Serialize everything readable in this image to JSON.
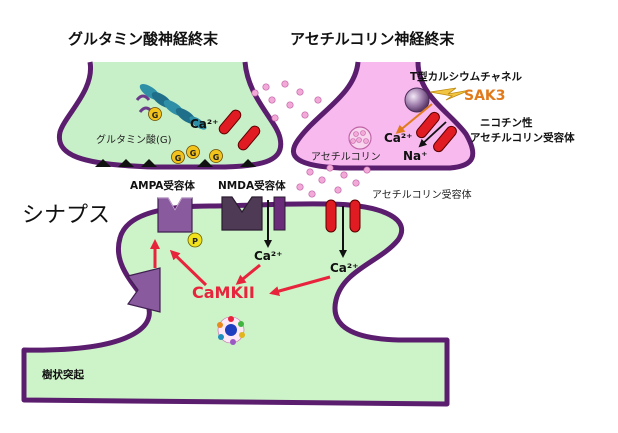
{
  "titles": {
    "glutamate_terminal": "グルタミン酸神経終末",
    "ach_terminal": "アセチルコリン神経終末"
  },
  "labels": {
    "glutamate": "グルタミン酸(G)",
    "g_symbol": "G",
    "ca2_glu_terminal": "Ca²⁺",
    "t_type_channel": "T型カルシウムチャネル",
    "sak3": "SAK3",
    "nicotinic_receptor_line1": "ニコチン性",
    "nicotinic_receptor_line2": "アセチルコリン受容体",
    "ca2_ach_terminal": "Ca²⁺",
    "na_plus": "Na⁺",
    "acetylcholine": "アセチルコリン",
    "ampa_receptor": "AMPA受容体",
    "nmda_receptor": "NMDA受容体",
    "ach_receptor": "アセチルコリン受容体",
    "synapse": "シナプス",
    "ca2_nmda": "Ca²⁺",
    "ca2_achr": "Ca²⁺",
    "p_symbol": "P",
    "camkii": "CaMKII",
    "dendrite": "樹状突起"
  },
  "colors": {
    "membrane": "#5b1d6e",
    "glu_terminal_fill": "#c8f0c8",
    "ach_terminal_fill": "#f7b9ee",
    "dendrite_fill": "#cdf3c8",
    "receptor_purple": "#8a5a9e",
    "channel_red": "#e01b22",
    "arrow_red": "#e8243c",
    "vesicle_pink": "#f3a9d8",
    "g_yellow": "#f2c31d",
    "sak3_orange": "#e07a1a"
  }
}
